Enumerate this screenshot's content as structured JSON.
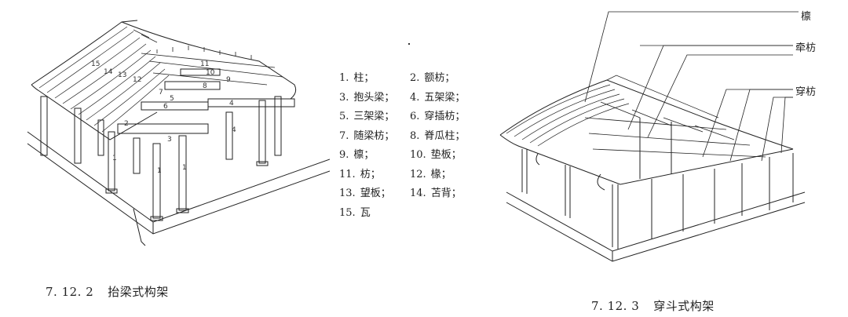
{
  "figure_left": {
    "number": "7. 12. 2",
    "title": "抬梁式构架",
    "part_numbers_on_drawing": [
      "15",
      "14",
      "13",
      "12",
      "11",
      "10",
      "9",
      "8",
      "7",
      "6",
      "5",
      "4",
      "3",
      "2",
      "1",
      "1",
      "1",
      "4"
    ]
  },
  "legend": [
    [
      {
        "num": "1.",
        "label": "柱；"
      },
      {
        "num": "2.",
        "label": "额枋；"
      }
    ],
    [
      {
        "num": "3.",
        "label": "抱头梁；"
      },
      {
        "num": "4.",
        "label": "五架梁；"
      }
    ],
    [
      {
        "num": "5.",
        "label": "三架梁；"
      },
      {
        "num": "6.",
        "label": "穿插枋；"
      }
    ],
    [
      {
        "num": "7.",
        "label": "随梁枋；"
      },
      {
        "num": "8.",
        "label": "脊瓜柱；"
      }
    ],
    [
      {
        "num": "9.",
        "label": "檩；"
      },
      {
        "num": "10.",
        "label": "垫板；"
      }
    ],
    [
      {
        "num": "11.",
        "label": "枋；"
      },
      {
        "num": "12.",
        "label": "椽；"
      }
    ],
    [
      {
        "num": "13.",
        "label": "望板；"
      },
      {
        "num": "14.",
        "label": "苫背；"
      }
    ],
    [
      {
        "num": "15.",
        "label": "瓦"
      }
    ]
  ],
  "figure_right": {
    "number": "7. 12. 3",
    "title": "穿斗式构架",
    "callouts": {
      "lin": "檩",
      "qianfang": "牵枋",
      "chuanfang": "穿枋"
    }
  },
  "colors": {
    "ink": "#222222",
    "background": "#ffffff"
  }
}
